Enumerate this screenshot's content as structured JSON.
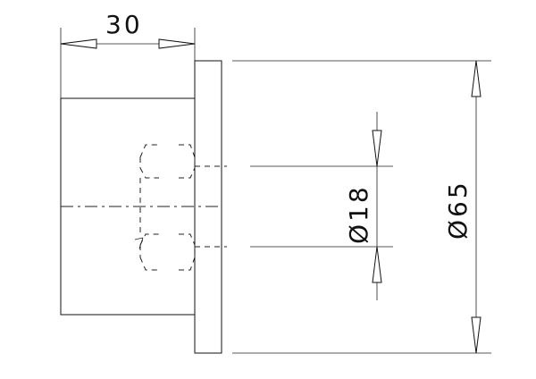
{
  "dimensions": {
    "length_label": "30",
    "small_diameter_label": "Ø18",
    "large_diameter_label": "Ø65"
  }
}
